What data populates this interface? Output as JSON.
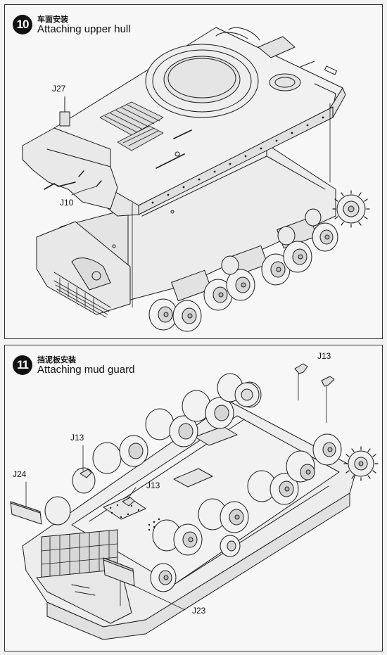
{
  "step10": {
    "number": "10",
    "title_cn": "车面安装",
    "title_en": "Attaching upper hull",
    "labels": {
      "j27": "J27",
      "j10": "J10"
    }
  },
  "step11": {
    "number": "11",
    "title_cn": "挡泥板安装",
    "title_en": "Attaching mud guard",
    "labels": {
      "j13_top": "J13",
      "j13_left": "J13",
      "j13_center": "J13",
      "j24": "J24",
      "j23": "J23"
    }
  },
  "colors": {
    "line": "#1a1a1a",
    "fill_light": "#ededed",
    "fill_mid": "#d9d9d9",
    "background": "#f3f3f3"
  }
}
